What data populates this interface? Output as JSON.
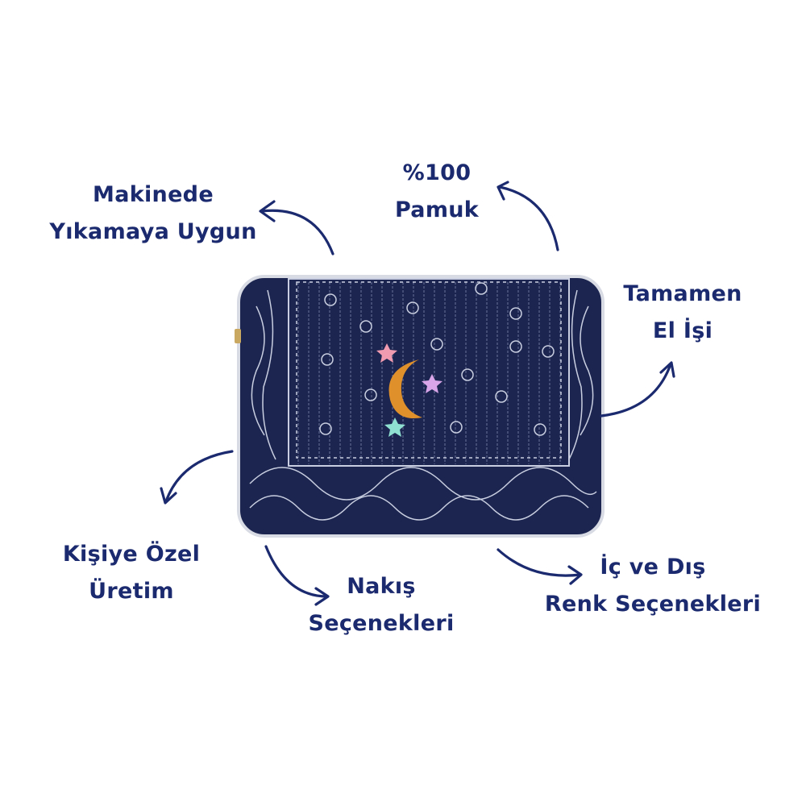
{
  "colors": {
    "text": "#1b2a6e",
    "bag": "#1c2550",
    "pattern": "#c9cfe0",
    "moon": "#e0902a",
    "star_pink": "#f19bb0",
    "star_lilac": "#d8a6e8",
    "star_mint": "#8fe0d0"
  },
  "labels": {
    "machine_wash": {
      "line1": "Makinede",
      "line2": "Yıkamaya Uygun"
    },
    "cotton": {
      "line1": "%100",
      "line2": "Pamuk"
    },
    "handmade": {
      "line1": "Tamamen",
      "line2": "El İşi"
    },
    "personalized": {
      "line1": "Kişiye Özel",
      "line2": "Üretim"
    },
    "embroidery": {
      "line1": "Nakış",
      "line2": "Seçenekleri"
    },
    "colors": {
      "line1": "İç ve Dış",
      "line2": "Renk Seçenekleri"
    }
  }
}
